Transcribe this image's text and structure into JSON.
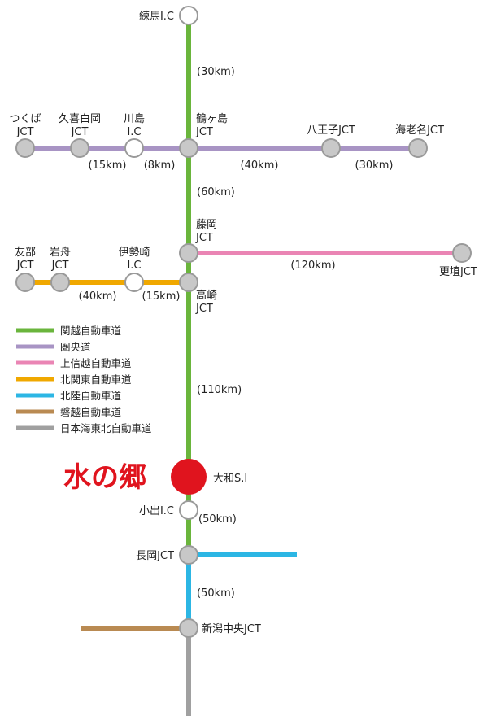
{
  "colors": {
    "kanetsu": "#6ab53c",
    "kenodo": "#a894c4",
    "joshinetsu": "#ea85b4",
    "kitakanto": "#f0a800",
    "hokuriku": "#2cb6e4",
    "banetsu": "#b98a52",
    "nihonkai": "#a0a0a0",
    "highlight": "#e0141e"
  },
  "title": "水の郷",
  "highlight_station": "大和S.I",
  "stations": {
    "nerima": "練馬I.C",
    "tsurugashima": [
      "鶴ヶ島",
      "JCT"
    ],
    "tsukuba": [
      "つくば",
      "JCT"
    ],
    "kuki": [
      "久喜白岡",
      "JCT"
    ],
    "kawajima": [
      "川島",
      "I.C"
    ],
    "hachioji": "八王子JCT",
    "ebina": "海老名JCT",
    "fujioka": [
      "藤岡",
      "JCT"
    ],
    "koshoku": "更埴JCT",
    "tomobe": [
      "友部",
      "JCT"
    ],
    "iwafune": [
      "岩舟",
      "JCT"
    ],
    "isesaki": [
      "伊勢崎",
      "I.C"
    ],
    "takasaki": [
      "高崎",
      "JCT"
    ],
    "koide": "小出I.C",
    "nagaoka": "長岡JCT",
    "niigata": "新潟中央JCT"
  },
  "distances": {
    "d1": "(30km)",
    "d2": "(15km)",
    "d3": "(8km)",
    "d4": "(40km)",
    "d5": "(30km)",
    "d6": "(60km)",
    "d7": "(120km)",
    "d8": "(40km)",
    "d9": "(15km)",
    "d10": "(110km)",
    "d11": "(50km)",
    "d12": "(50km)"
  },
  "legend": [
    {
      "label": "関越自動車道",
      "color": "#6ab53c"
    },
    {
      "label": "圏央道",
      "color": "#a894c4"
    },
    {
      "label": "上信越自動車道",
      "color": "#ea85b4"
    },
    {
      "label": "北関東自動車道",
      "color": "#f0a800"
    },
    {
      "label": "北陸自動車道",
      "color": "#2cb6e4"
    },
    {
      "label": "磐越自動車道",
      "color": "#b98a52"
    },
    {
      "label": "日本海東北自動車道",
      "color": "#a0a0a0"
    }
  ]
}
